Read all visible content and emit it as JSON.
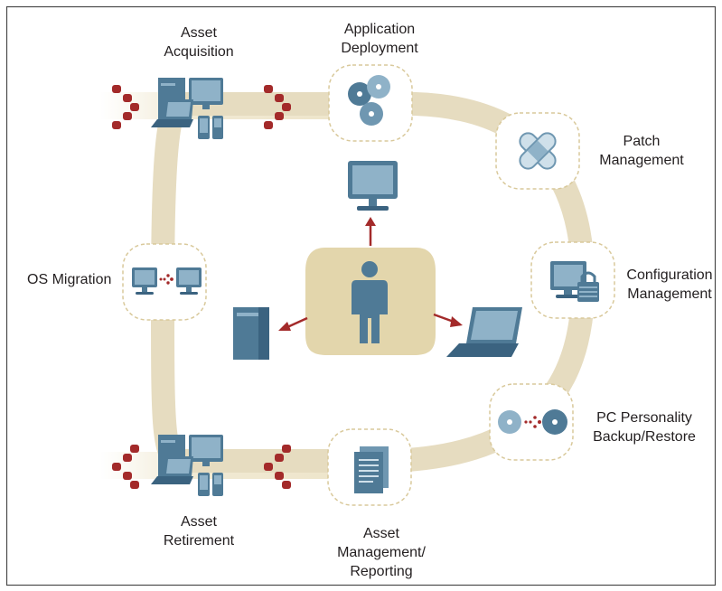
{
  "labels": {
    "asset_acquisition": [
      "Asset",
      "Acquisition"
    ],
    "application_deployment": [
      "Application",
      "Deployment"
    ],
    "patch_management": [
      "Patch",
      "Management"
    ],
    "configuration_management": [
      "Configuration",
      "Management"
    ],
    "pc_personality": [
      "PC Personality",
      "Backup/Restore"
    ],
    "asset_management": [
      "Asset",
      "Management/",
      "Reporting"
    ],
    "asset_retirement": [
      "Asset",
      "Retirement"
    ],
    "os_migration": [
      "OS Migration"
    ]
  },
  "colors": {
    "ring": "#e6dcc0",
    "center": "#e3d6ac",
    "node_border": "#d9c99b",
    "device": "#4f7a96",
    "device_dark": "#3b6380",
    "screen": "#8fb2c8",
    "accent_red": "#a32a2a",
    "text": "#231f20"
  },
  "icons": {
    "application_deployment": "discs-icon",
    "patch_management": "bandage-icon",
    "configuration_management": "monitor-lock-icon",
    "pc_personality": "disc-transfer-icon",
    "asset_management": "document-icon",
    "os_migration": "monitor-transfer-icon",
    "asset_acquisition": "computers-group-icon",
    "asset_retirement": "computers-group-icon",
    "center": "person-icon",
    "center_outputs": [
      "monitor-icon",
      "tower-icon",
      "laptop-icon"
    ]
  }
}
